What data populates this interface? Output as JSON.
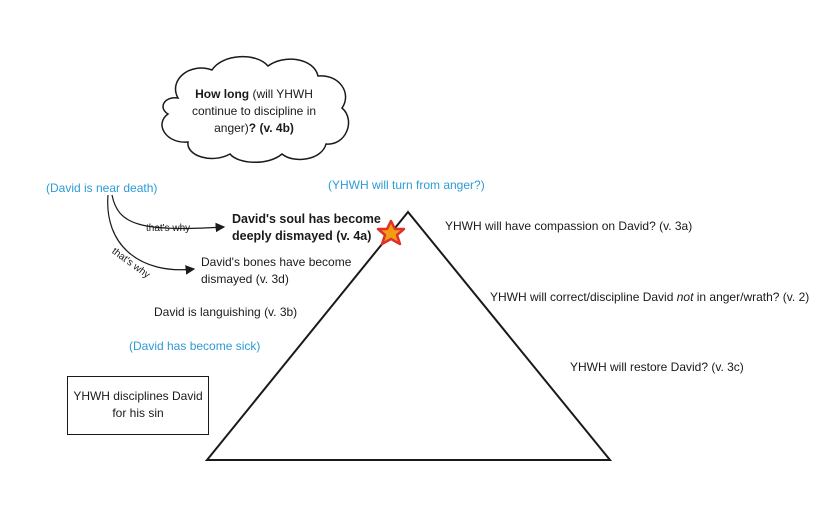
{
  "cloud": {
    "bold_start": "How long",
    "middle": " (will YHWH continue to discipline in anger)",
    "bold_end": "? (v. 4b)"
  },
  "left": {
    "near_death": "(David is near death)",
    "soul_dismayed": "David's soul has become deeply dismayed (v. 4a)",
    "bones_dismayed": "David's bones have become dismayed (v. 3d)",
    "languishing": "David is languishing (v. 3b)",
    "sick": "(David has become sick)",
    "arrow1_label": "that's why",
    "arrow2_label": "that's why"
  },
  "box": {
    "text": "YHWH disciplines David for his sin"
  },
  "peak": {
    "turn": "(YHWH will turn from anger?)"
  },
  "right": {
    "compassion": "YHWH will have compassion on David? (v. 3a)",
    "correct_prefix": "YHWH will correct/discipline David ",
    "correct_not": "not",
    "correct_suffix": " in anger/wrath? (v. 2)",
    "restore": "YHWH will restore David? (v. 3c)"
  },
  "colors": {
    "blue_text": "#2e9bd6",
    "star_fill": "#f39c12",
    "star_stroke": "#e0302a"
  }
}
